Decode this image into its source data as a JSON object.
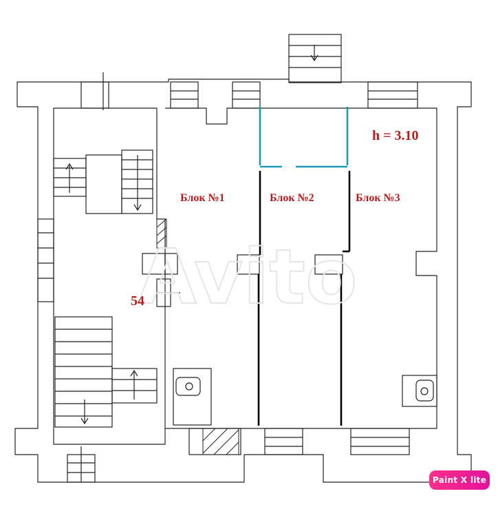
{
  "plan": {
    "height_label": "h = 3.10",
    "blocks": [
      "Блок №1",
      "Блок №2",
      "Блок №3"
    ],
    "room_number": "54"
  },
  "colors": {
    "label_red": "#b71c1c",
    "partition_cyan": "#1a9bb5",
    "wall": "#222222"
  },
  "watermark": "Avito",
  "badge": {
    "text": "Paint X lite"
  }
}
